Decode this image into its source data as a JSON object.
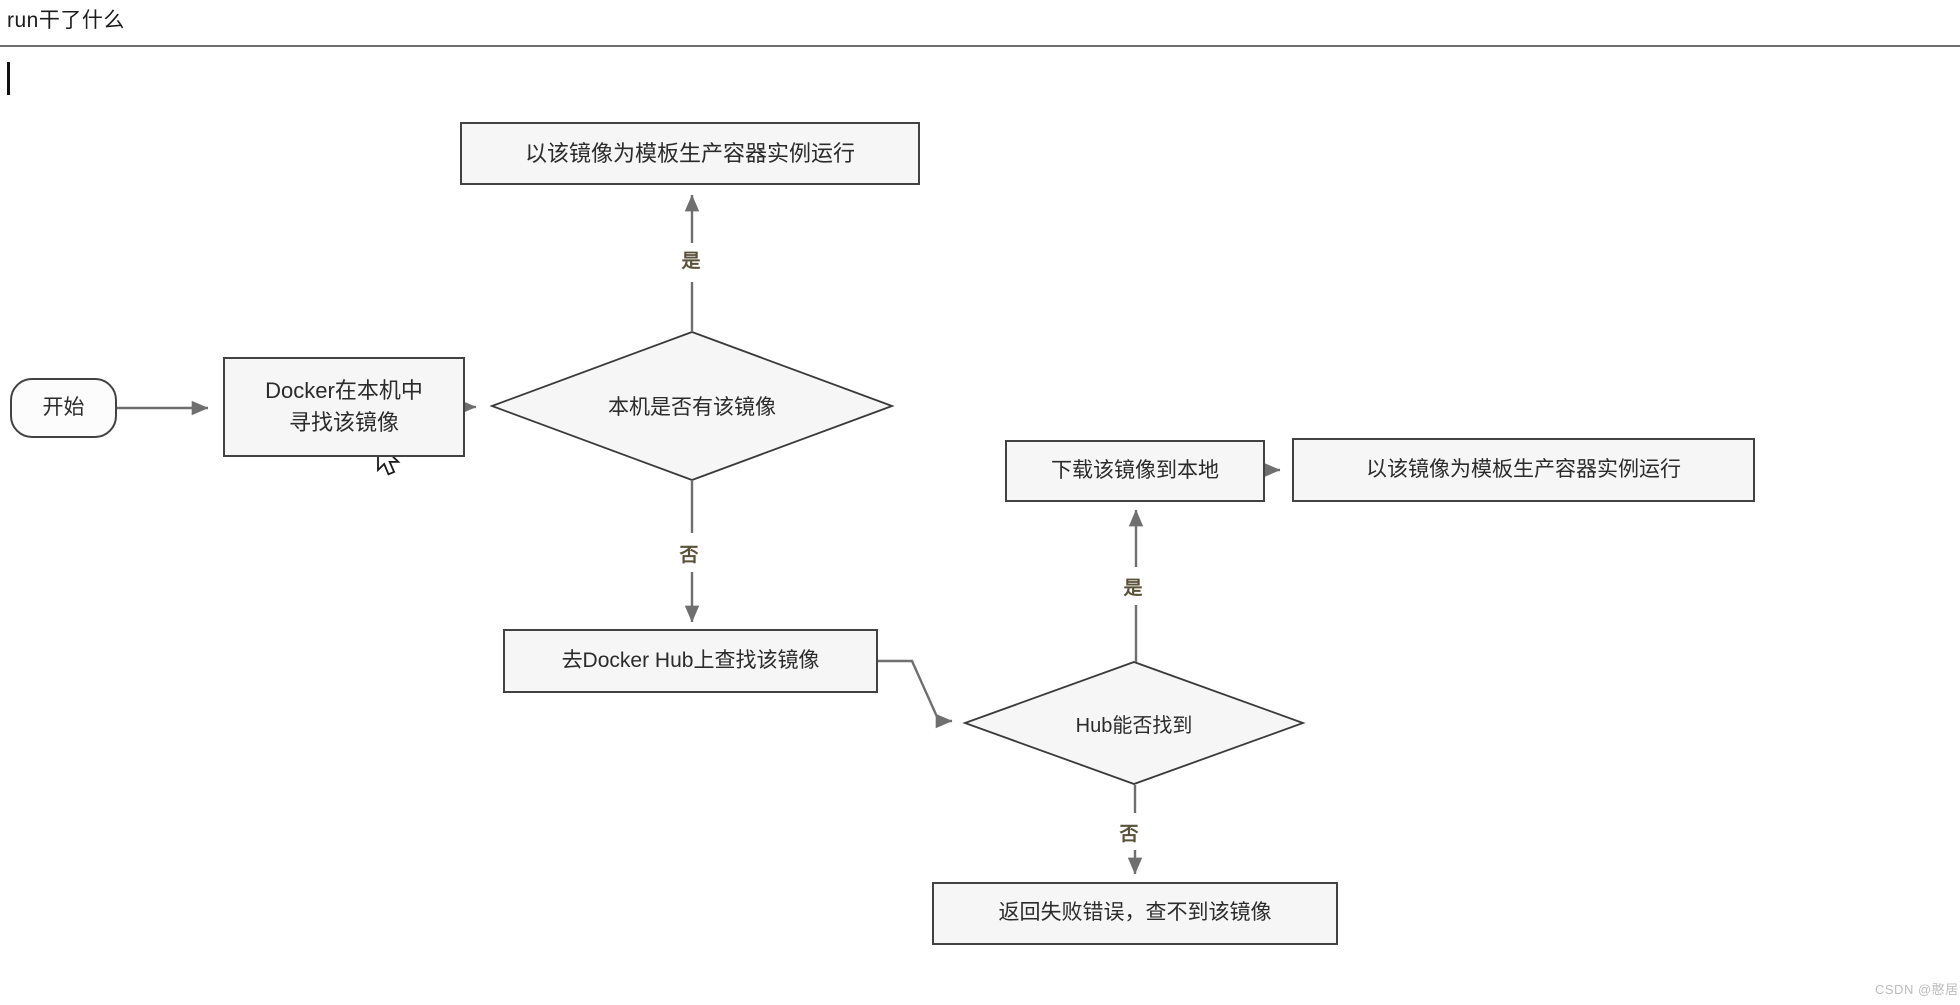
{
  "page": {
    "title": "run干了什么",
    "watermark": "CSDN @憨居"
  },
  "flowchart": {
    "nodes": {
      "start": {
        "label": "开始"
      },
      "find_local": {
        "line1": "Docker在本机中",
        "line2": "寻找该镜像"
      },
      "has_local": {
        "label": "本机是否有该镜像"
      },
      "run_top": {
        "label": "以该镜像为模板生产容器实例运行"
      },
      "search_hub": {
        "label": "去Docker Hub上查找该镜像"
      },
      "hub_found": {
        "label": "Hub能否找到"
      },
      "download": {
        "label": "下载该镜像到本地"
      },
      "run_right": {
        "label": "以该镜像为模板生产容器实例运行"
      },
      "fail": {
        "label": "返回失败错误，查不到该镜像"
      }
    },
    "labels": {
      "yes1": "是",
      "no1": "否",
      "yes2": "是",
      "no2": "否"
    },
    "colors": {
      "box_fill": "#f6f6f6",
      "box_border": "#424242",
      "connector": "#6f6f6f",
      "branch_label": "#5a5238",
      "divider": "#6e6e6e",
      "watermark": "#bdbdbd",
      "text": "#2b2b2b"
    }
  }
}
